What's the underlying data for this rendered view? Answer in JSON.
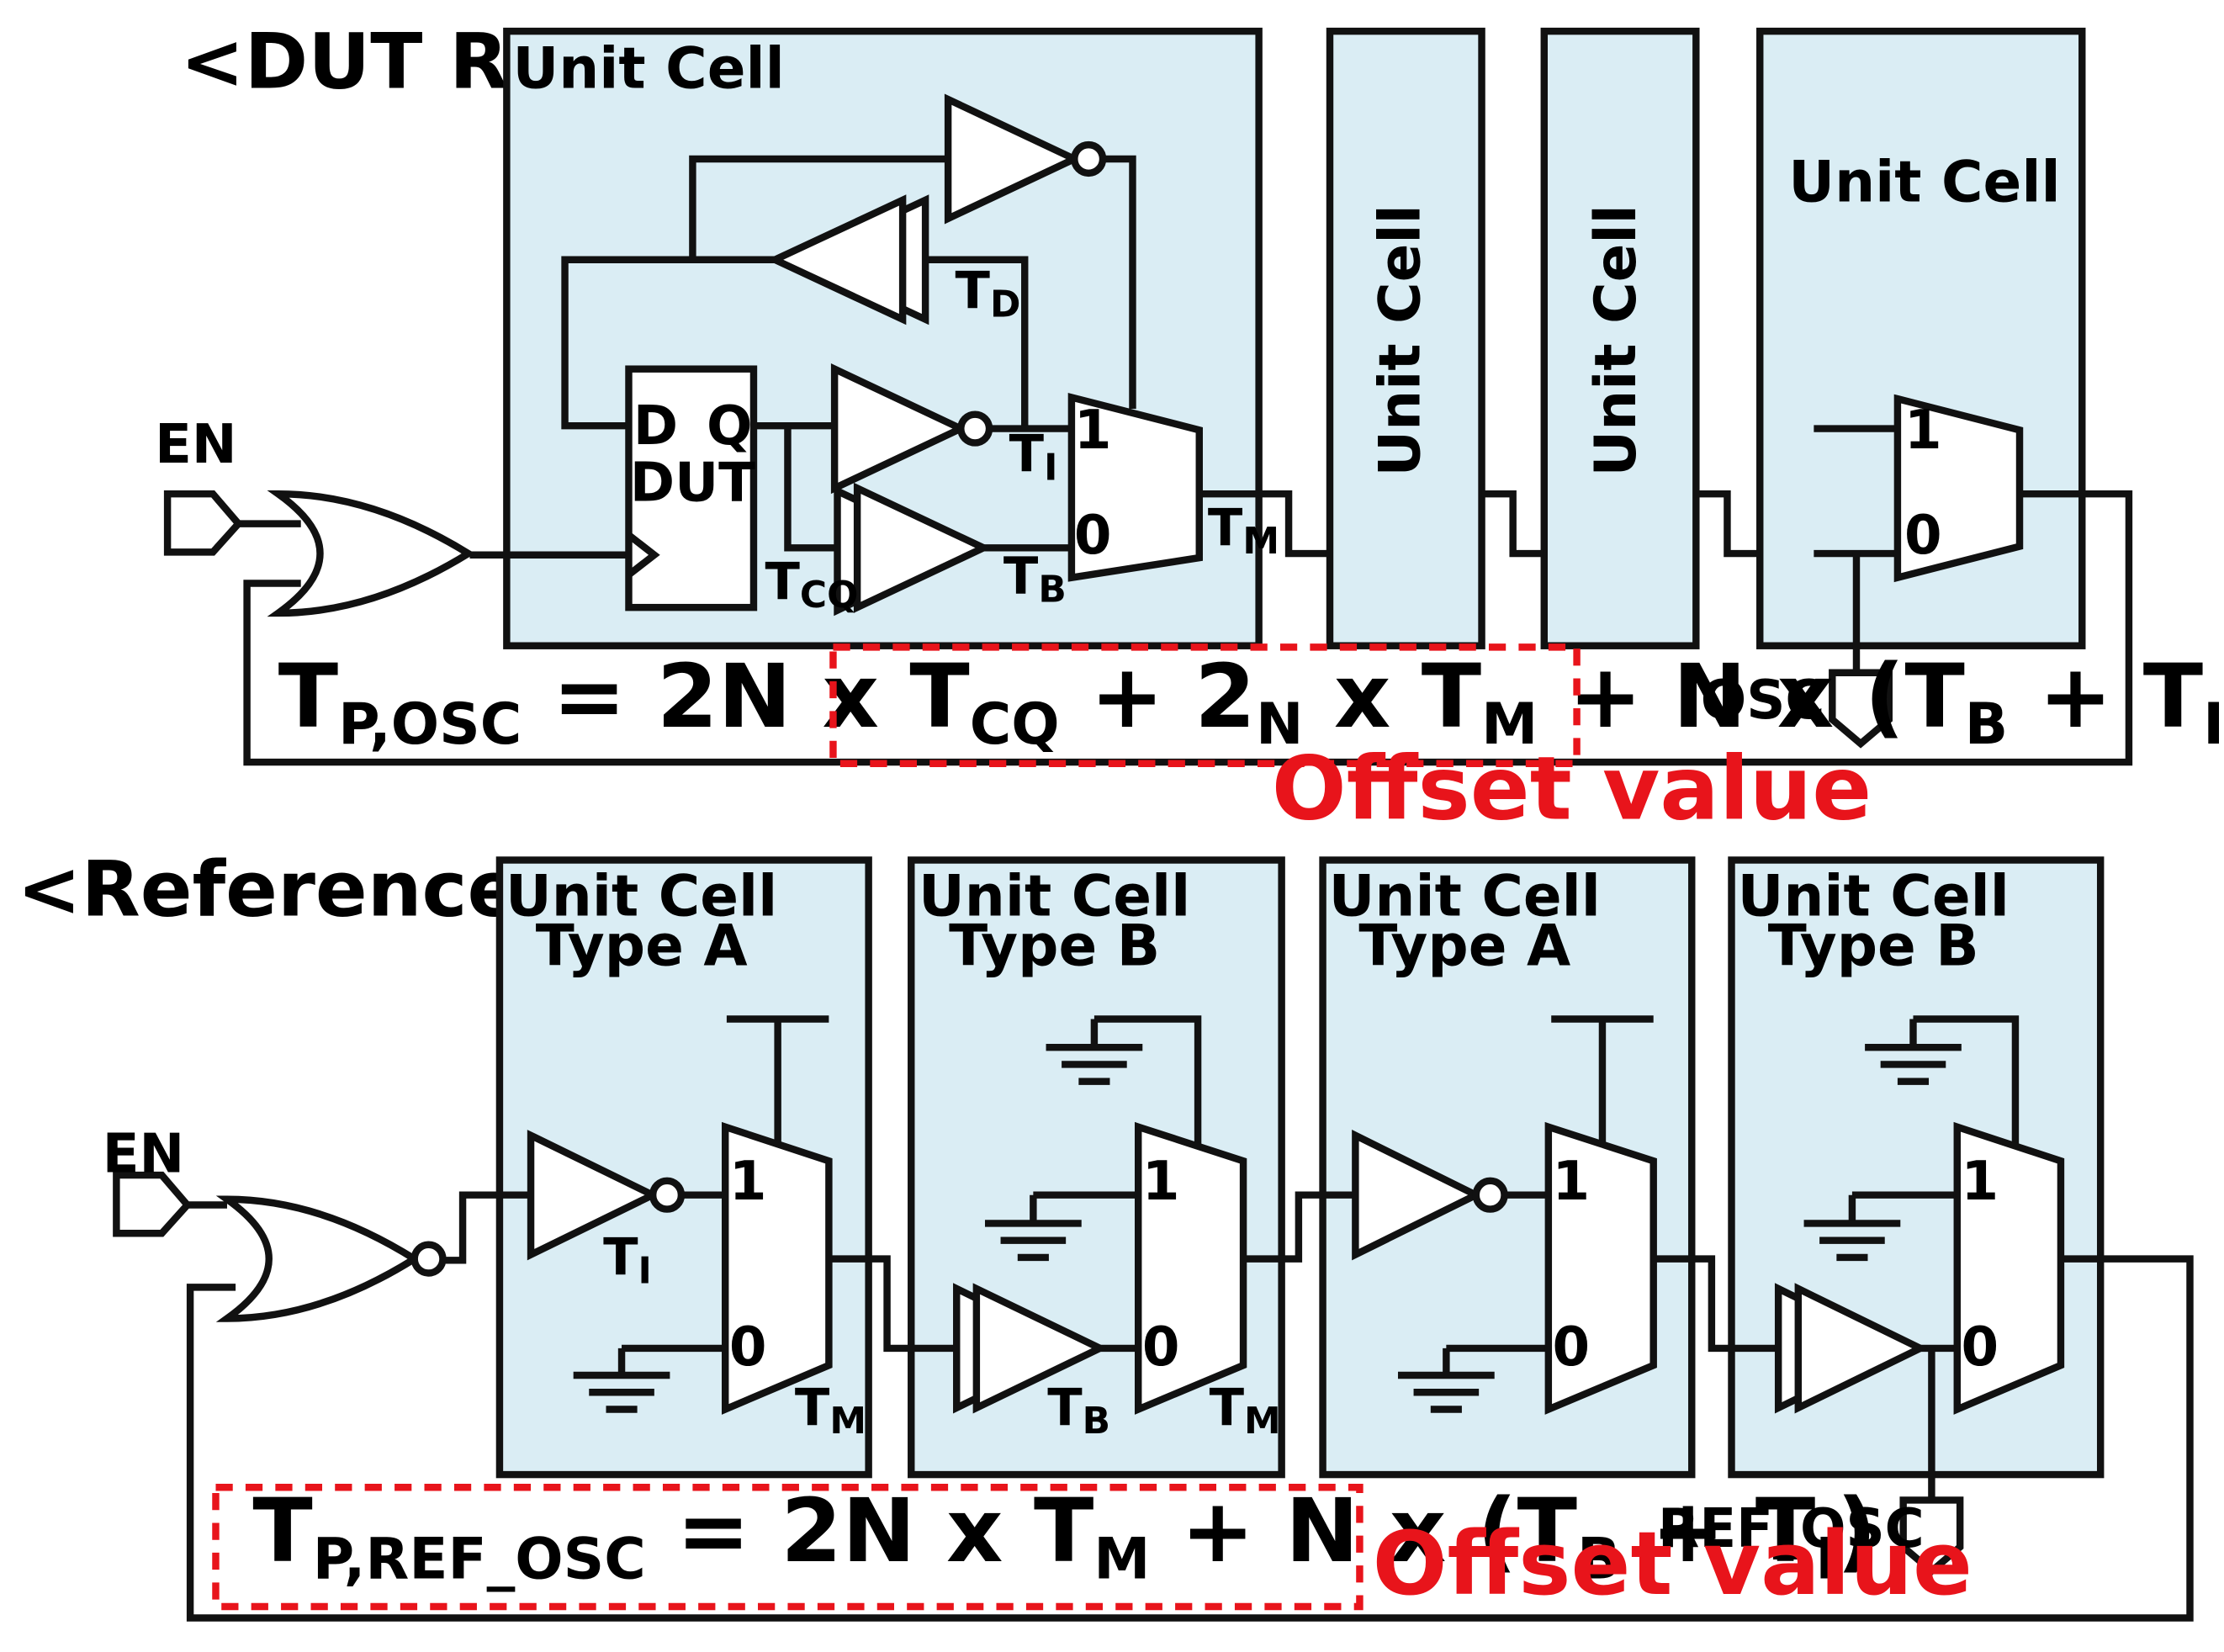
{
  "dut_ring": {
    "title": "<DUT Ring>",
    "unit_cell_label": "Unit Cell",
    "dut_label": "DUT",
    "pin_d": "D",
    "pin_q": "Q",
    "mux_in1": "1",
    "mux_in0": "0",
    "en_label": "EN",
    "osc_label": "OSC",
    "delay_td": "T",
    "delay_td_sub": "D",
    "delay_ti": "T",
    "delay_ti_sub": "I",
    "delay_tb": "T",
    "delay_tb_sub": "B",
    "delay_tcq": "T",
    "delay_tcq_sub": "CQ",
    "delay_tm": "T",
    "delay_tm_sub": "M",
    "equation": {
      "lhs": "T",
      "lhs_sub": "P,OSC",
      "part1": " = 2N x T",
      "part1_sub": "CQ",
      "part2": " + 2",
      "part2_sub": "N",
      "part3": " x T",
      "part3_sub": "M",
      "part4": " + N x (T",
      "part4_sub": "B",
      "part5": " + T",
      "part5_sub": "I",
      "part6": ")"
    },
    "offset_label": "Offset value"
  },
  "reference_ring": {
    "title": "<Reference Ring>",
    "cells": [
      {
        "line1": "Unit Cell",
        "line2": "Type A"
      },
      {
        "line1": "Unit Cell",
        "line2": "Type B"
      },
      {
        "line1": "Unit Cell",
        "line2": "Type A"
      },
      {
        "line1": "Unit Cell",
        "line2": "Type B"
      }
    ],
    "mux_in1": "1",
    "mux_in0": "0",
    "en_label": "EN",
    "ref_osc_label": "REF_OSC",
    "delay_ti": "T",
    "delay_ti_sub": "I",
    "delay_tb": "T",
    "delay_tb_sub": "B",
    "delay_tm": "T",
    "delay_tm_sub": "M",
    "equation": {
      "lhs": "T",
      "lhs_sub": "P,REF_OSC",
      "part1": " = 2N x  T",
      "part1_sub": "M",
      "part2": " + N x (T",
      "part2_sub": "B",
      "part3": " + T",
      "part3_sub": "I",
      "part4": ")"
    },
    "offset_label": "Offset value"
  },
  "colors": {
    "cell_fill": "#daedf4",
    "stroke": "#111111",
    "offset_red": "#e8141b"
  }
}
